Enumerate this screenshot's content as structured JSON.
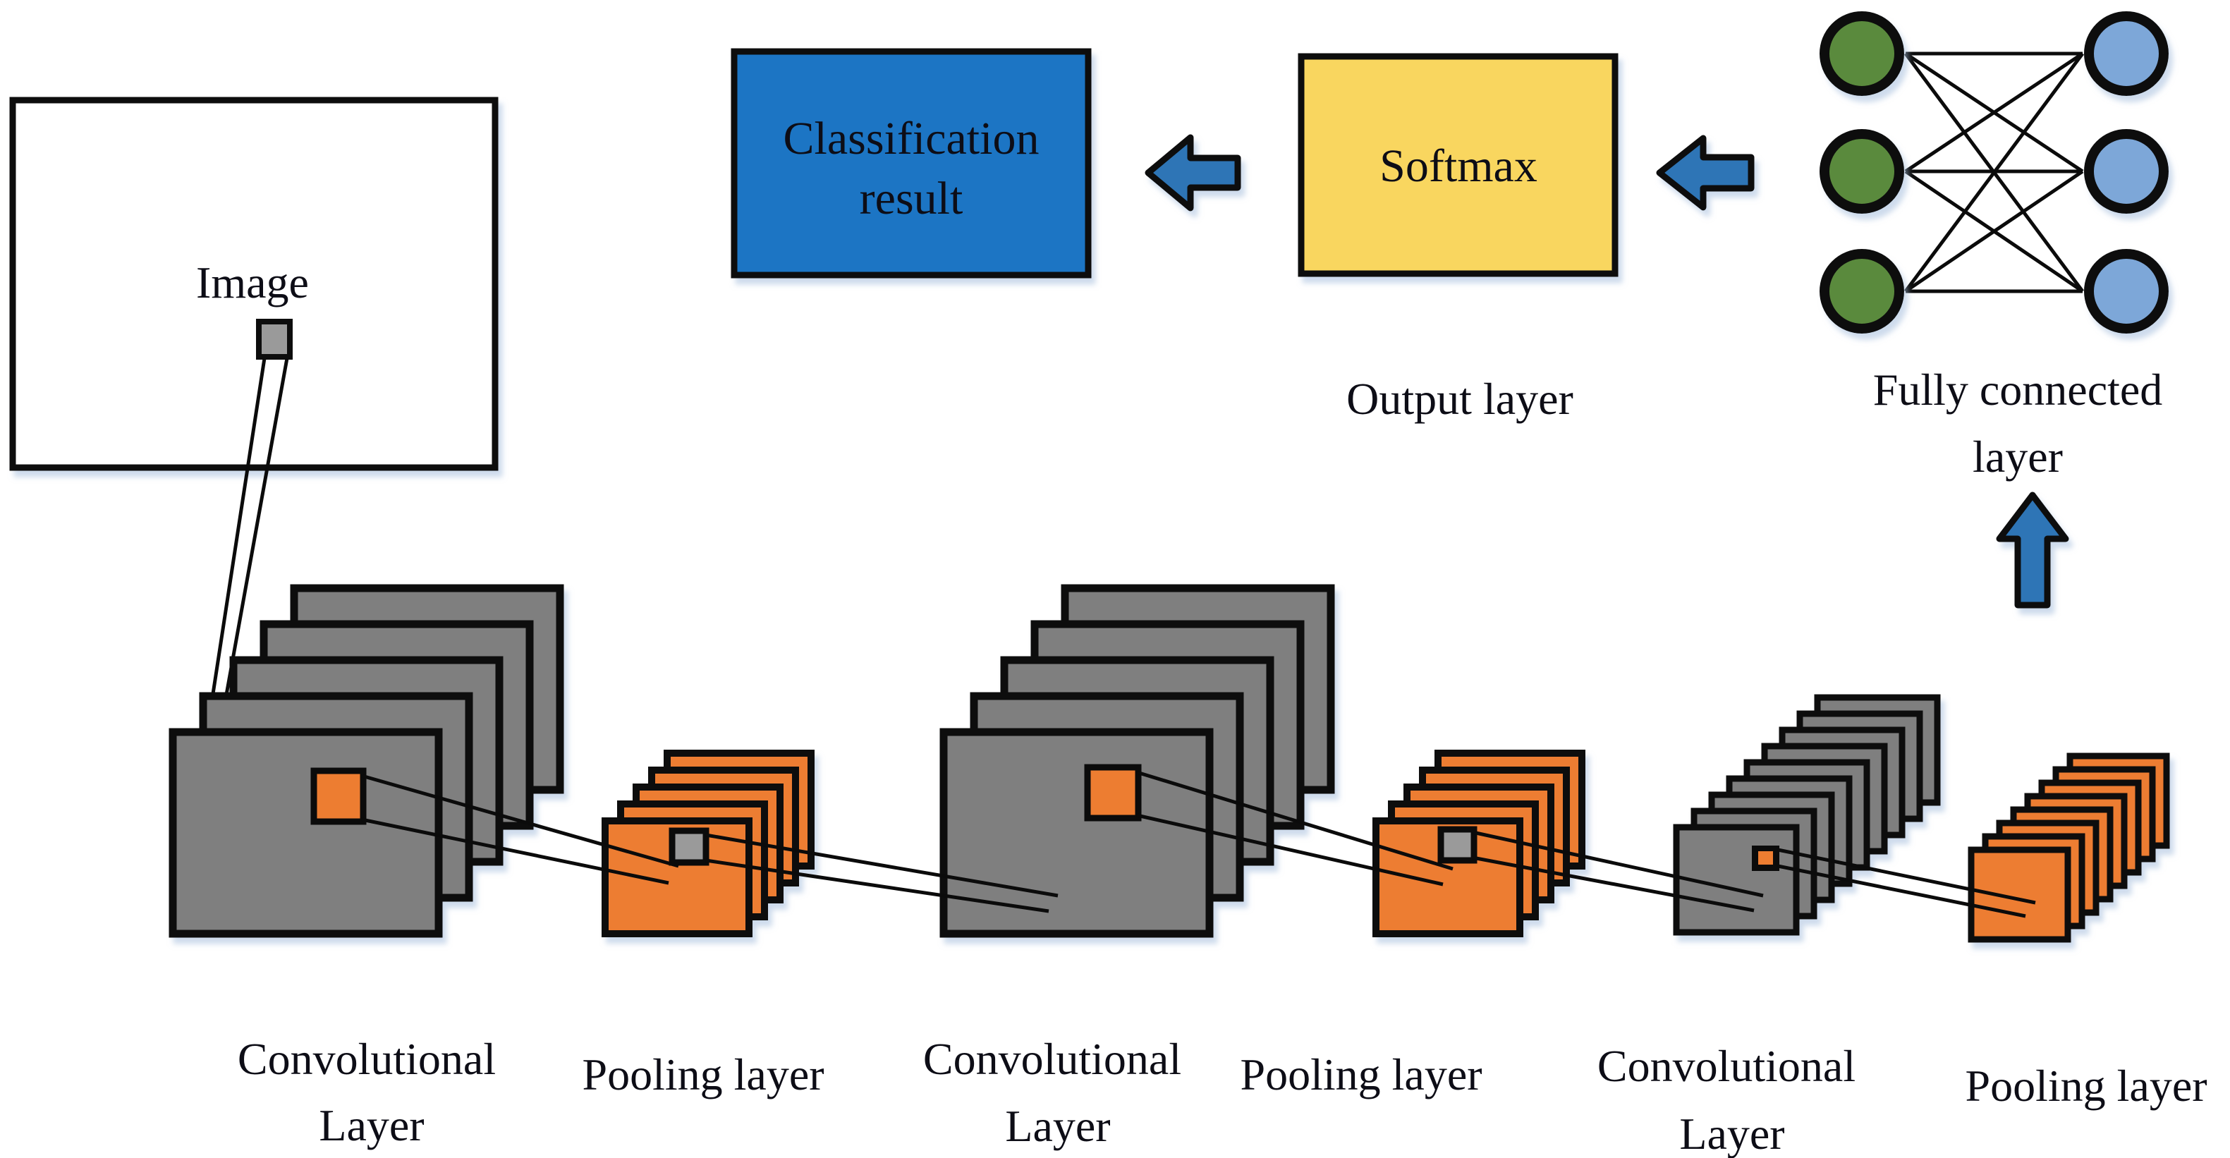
{
  "figure": {
    "kind": "cnn-architecture-diagram"
  },
  "colors": {
    "background": "#ffffff",
    "outline": "#0b0b0b",
    "text": "#0d0d16",
    "classification_fill": "#1b74c4",
    "softmax_fill": "#f9d65f",
    "arrow_fill": "#2e75b6",
    "neuron_green": "#5a8a3c",
    "neuron_blue": "#7da7d8",
    "sheet_gray": "#7f7f7f",
    "sheet_orange": "#ed7d31",
    "patch_gray": "#9a9a9a",
    "image_box_fill": "#ffffff"
  },
  "nodes": {
    "image_box": {
      "label": "Image"
    },
    "classification_box": {
      "line1": "Classification",
      "line2": "result"
    },
    "softmax_box": {
      "label": "Softmax"
    }
  },
  "labels": {
    "output_layer": "Output layer",
    "fully_connected_line1": "Fully connected",
    "fully_connected_line2": "layer"
  },
  "fc_layer": {
    "input_count": 3,
    "output_count": 3
  },
  "stacks": [
    {
      "id": "conv1",
      "type": "convolutional",
      "sheet_count": 5,
      "color_key": "sheet_gray",
      "label_line1": "Convolutional",
      "label_line2": "Layer"
    },
    {
      "id": "pool1",
      "type": "pooling",
      "sheet_count": 5,
      "color_key": "sheet_orange",
      "label_line1": "Pooling layer"
    },
    {
      "id": "conv2",
      "type": "convolutional",
      "sheet_count": 5,
      "color_key": "sheet_gray",
      "label_line1": "Convolutional",
      "label_line2": "Layer"
    },
    {
      "id": "pool2",
      "type": "pooling",
      "sheet_count": 5,
      "color_key": "sheet_orange",
      "label_line1": "Pooling layer"
    },
    {
      "id": "conv3",
      "type": "convolutional",
      "sheet_count": 9,
      "color_key": "sheet_gray",
      "label_line1": "Convolutional",
      "label_line2": "Layer"
    },
    {
      "id": "pool3",
      "type": "pooling",
      "sheet_count": 8,
      "color_key": "sheet_orange",
      "label_line1": "Pooling layer"
    }
  ]
}
